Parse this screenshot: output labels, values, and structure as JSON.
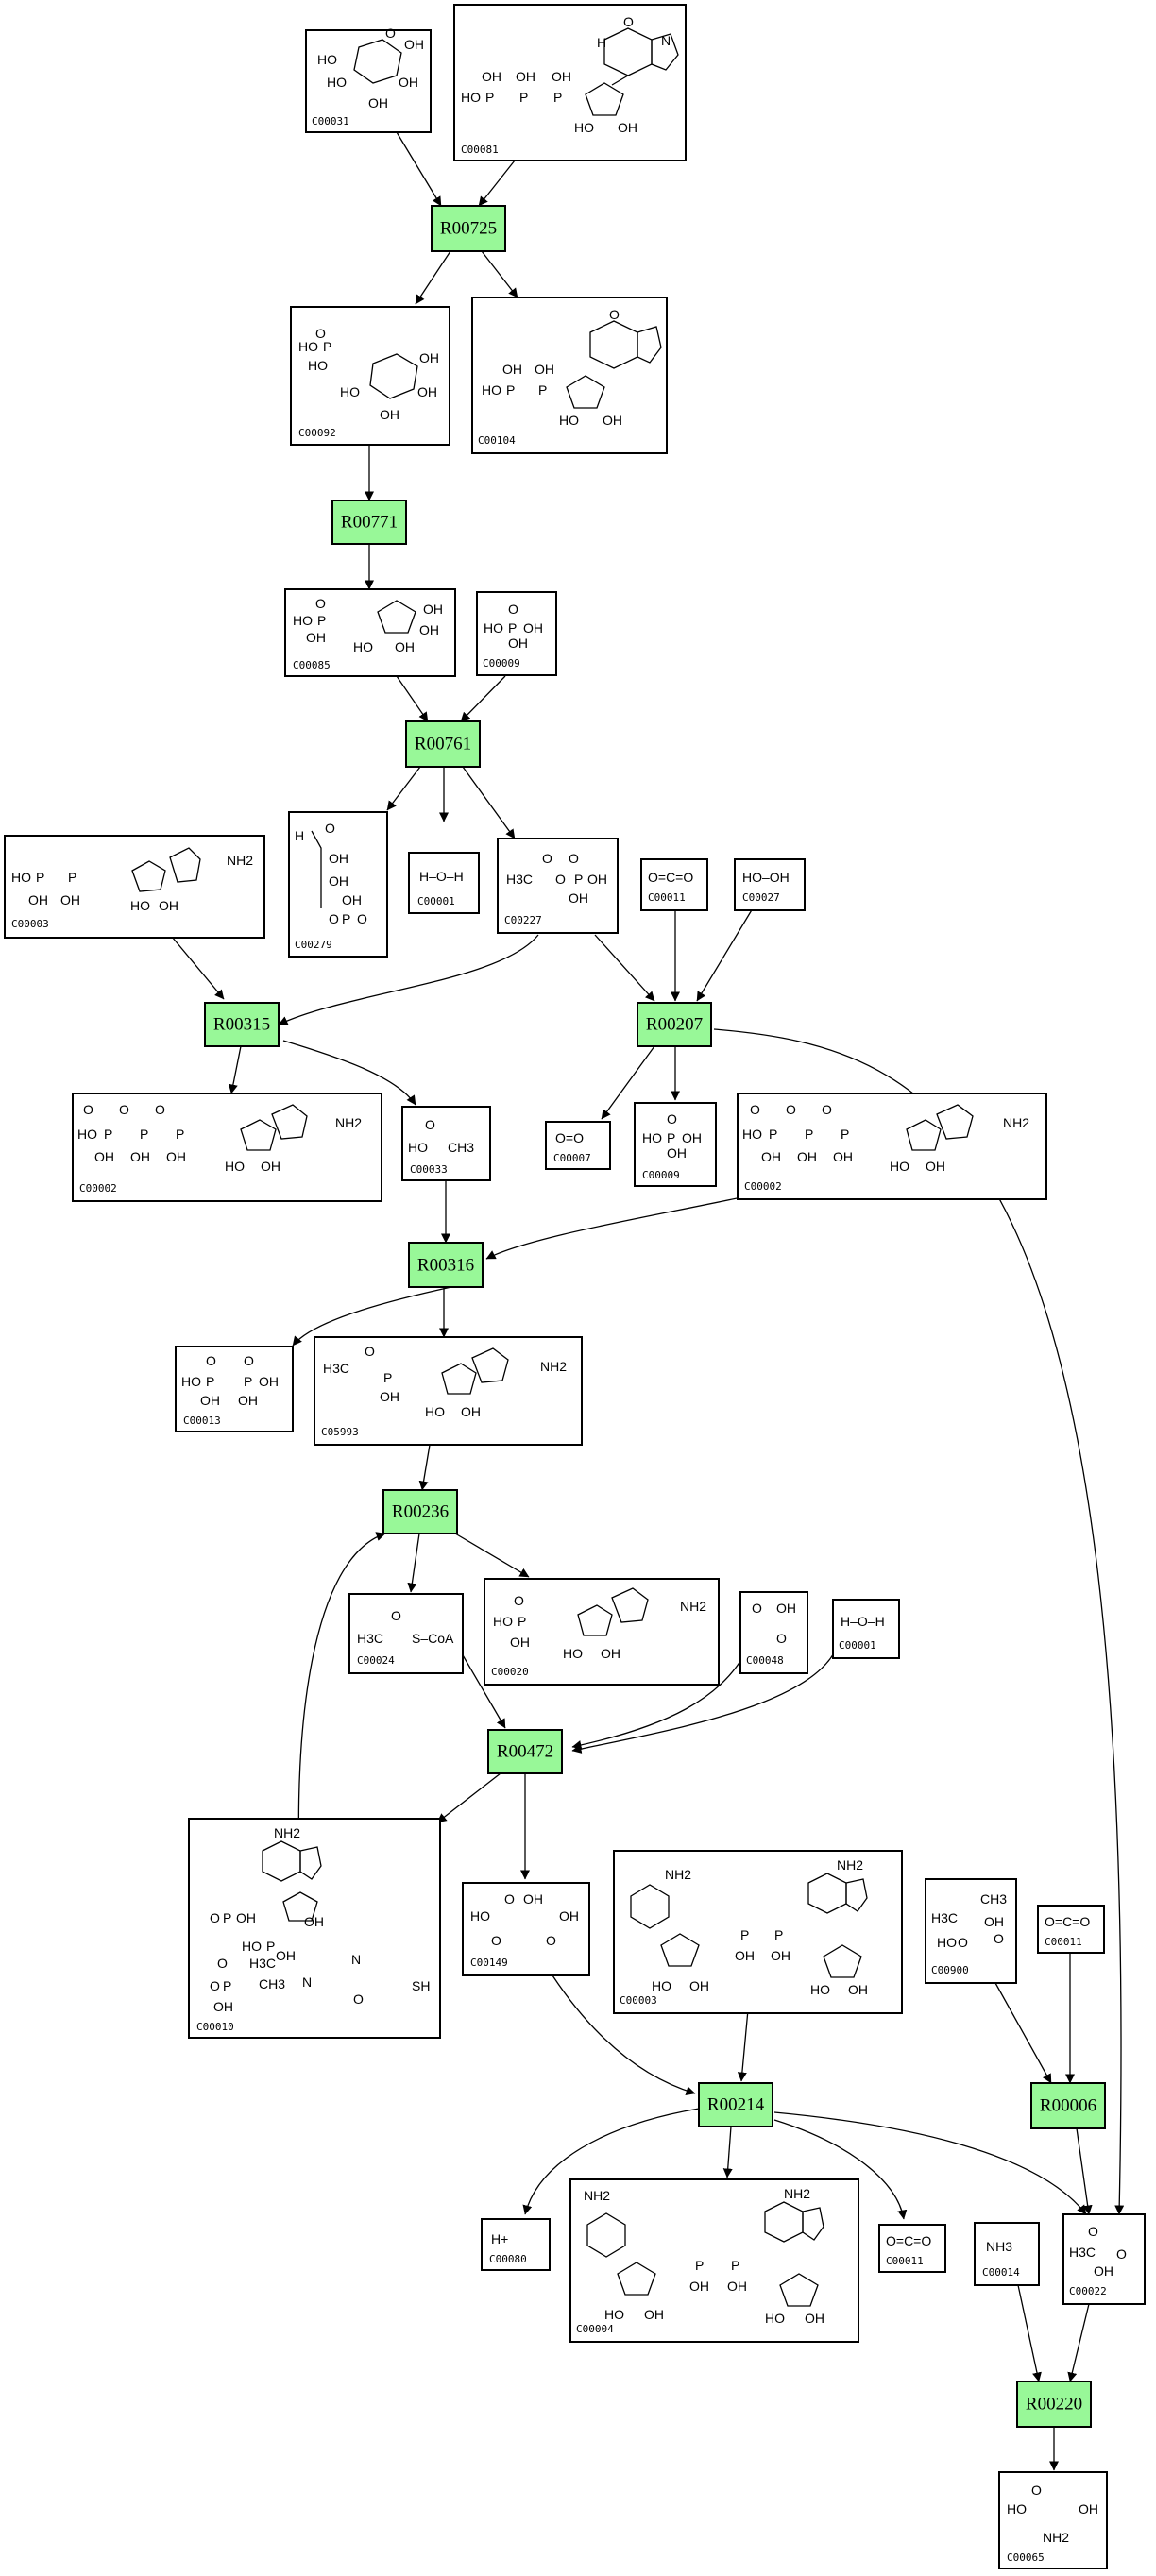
{
  "reactions": [
    {
      "id": "R00725",
      "label": "R00725"
    },
    {
      "id": "R00771",
      "label": "R00771"
    },
    {
      "id": "R00761",
      "label": "R00761"
    },
    {
      "id": "R00315",
      "label": "R00315"
    },
    {
      "id": "R00207",
      "label": "R00207"
    },
    {
      "id": "R00316",
      "label": "R00316"
    },
    {
      "id": "R00236",
      "label": "R00236"
    },
    {
      "id": "R00472",
      "label": "R00472"
    },
    {
      "id": "R00214",
      "label": "R00214"
    },
    {
      "id": "R00006",
      "label": "R00006"
    },
    {
      "id": "R00220",
      "label": "R00220"
    }
  ],
  "compounds": [
    {
      "key": "c00031",
      "id": "C00031",
      "formula": ""
    },
    {
      "key": "c00081",
      "id": "C00081",
      "formula": ""
    },
    {
      "key": "c00092",
      "id": "C00092",
      "formula": ""
    },
    {
      "key": "c00104",
      "id": "C00104",
      "formula": ""
    },
    {
      "key": "c00085",
      "id": "C00085",
      "formula": ""
    },
    {
      "key": "c00009a",
      "id": "C00009",
      "formula": ""
    },
    {
      "key": "c00003a",
      "id": "C00003",
      "formula": ""
    },
    {
      "key": "c00279",
      "id": "C00279",
      "formula": ""
    },
    {
      "key": "c00001a",
      "id": "C00001",
      "formula": "H–O–H"
    },
    {
      "key": "c00227",
      "id": "C00227",
      "formula": "H3C–C(=O)–O–PO3H2"
    },
    {
      "key": "c00011a",
      "id": "C00011",
      "formula": "O=C=O"
    },
    {
      "key": "c00027",
      "id": "C00027",
      "formula": "HO–OH"
    },
    {
      "key": "c00002a",
      "id": "C00002",
      "formula": ""
    },
    {
      "key": "c00033",
      "id": "C00033",
      "formula": "CH3–COOH"
    },
    {
      "key": "c00007",
      "id": "C00007",
      "formula": "O=O"
    },
    {
      "key": "c00009b",
      "id": "C00009",
      "formula": ""
    },
    {
      "key": "c00002b",
      "id": "C00002",
      "formula": ""
    },
    {
      "key": "c00013",
      "id": "C00013",
      "formula": ""
    },
    {
      "key": "c05993",
      "id": "C05993",
      "formula": ""
    },
    {
      "key": "c00024",
      "id": "C00024",
      "formula": "H3C–C(=O)–S–CoA"
    },
    {
      "key": "c00020",
      "id": "C00020",
      "formula": ""
    },
    {
      "key": "c00048",
      "id": "C00048",
      "formula": ""
    },
    {
      "key": "c00001b",
      "id": "C00001",
      "formula": "H–O–H"
    },
    {
      "key": "c00010",
      "id": "C00010",
      "formula": ""
    },
    {
      "key": "c00149",
      "id": "C00149",
      "formula": ""
    },
    {
      "key": "c00003b",
      "id": "C00003",
      "formula": ""
    },
    {
      "key": "c00900",
      "id": "C00900",
      "formula": ""
    },
    {
      "key": "c00011b",
      "id": "C00011",
      "formula": "O=C=O"
    },
    {
      "key": "c00080",
      "id": "C00080",
      "formula": "H+"
    },
    {
      "key": "c00004",
      "id": "C00004",
      "formula": ""
    },
    {
      "key": "c00011c",
      "id": "C00011",
      "formula": "O=C=O"
    },
    {
      "key": "c00014",
      "id": "C00014",
      "formula": "NH3"
    },
    {
      "key": "c00022",
      "id": "C00022",
      "formula": ""
    },
    {
      "key": "c00065",
      "id": "C00065",
      "formula": ""
    }
  ],
  "atom_labels": {
    "oh": "OH",
    "ho": "HO",
    "o": "O",
    "n": "N",
    "h": "H",
    "p": "P",
    "nh2": "NH2",
    "h3c": "H3C",
    "ch3": "CH3",
    "s": "S",
    "coa": "S–CoA",
    "sh": "SH",
    "hooh": "HO–OH",
    "oeqo": "O=O",
    "hplus": "H+"
  }
}
